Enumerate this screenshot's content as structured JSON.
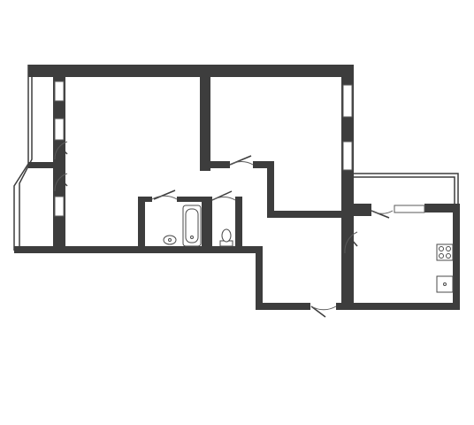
{
  "floor_plan": {
    "rooms": [
      {
        "id": "living-room"
      },
      {
        "id": "bedroom"
      },
      {
        "id": "balcony"
      },
      {
        "id": "bathroom"
      },
      {
        "id": "toilet"
      },
      {
        "id": "hallway"
      },
      {
        "id": "kitchen"
      },
      {
        "id": "kitchen-balcony"
      }
    ],
    "fixtures": [
      {
        "id": "sink-bathroom",
        "icon": "sink-icon"
      },
      {
        "id": "bathtub",
        "icon": "bathtub-icon"
      },
      {
        "id": "toilet-bowl",
        "icon": "toilet-icon"
      },
      {
        "id": "stove",
        "icon": "stove-icon"
      },
      {
        "id": "kitchen-sink",
        "icon": "sink-icon"
      }
    ],
    "colors": {
      "wall": "#3d3d3d",
      "background": "#ffffff",
      "line": "#5a5a5a"
    }
  }
}
